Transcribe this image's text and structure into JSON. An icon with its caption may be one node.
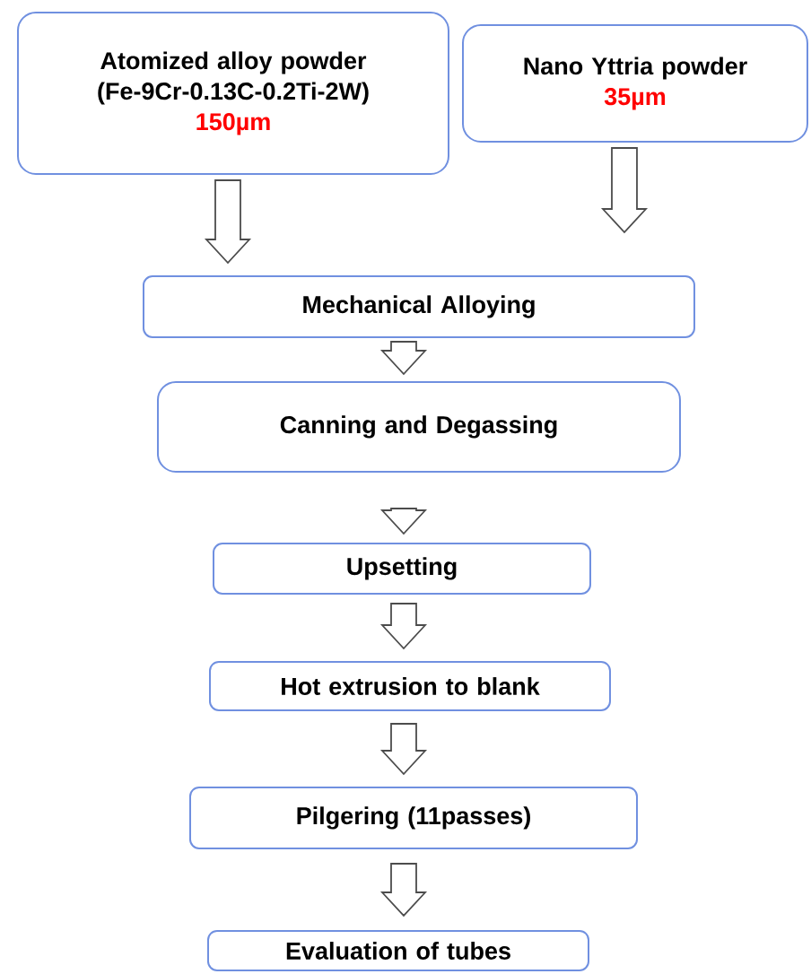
{
  "diagram": {
    "nodes": [
      {
        "text": [
          "Atomized alloy powder (Fe-9Cr-0.13C-0.2Ti-2W)",
          "150µm"
        ]
      },
      {
        "text": [
          "Nano Yttria powder",
          "35µm"
        ]
      },
      {
        "text": [
          "Mechanical Alloying"
        ]
      },
      {
        "text": [
          "Canning and Degassing"
        ]
      },
      {
        "text": [
          "Upsetting"
        ]
      },
      {
        "text": [
          "Hot extrusion to blank"
        ]
      },
      {
        "text": [
          "Pilgering (11passes)"
        ]
      },
      {
        "text": [
          "Evaluation of tubes"
        ]
      }
    ],
    "edges": [
      {
        "from": 0,
        "to": 2,
        "arrow": "to"
      },
      {
        "from": 1,
        "to": 2,
        "arrow": "to"
      },
      {
        "from": 2,
        "to": 3,
        "arrow": "to"
      },
      {
        "from": 3,
        "to": 4,
        "arrow": "to"
      },
      {
        "from": 4,
        "to": 5,
        "arrow": "to"
      },
      {
        "from": 5,
        "to": 6,
        "arrow": "to"
      },
      {
        "from": 6,
        "to": 7,
        "arrow": "to"
      }
    ]
  }
}
